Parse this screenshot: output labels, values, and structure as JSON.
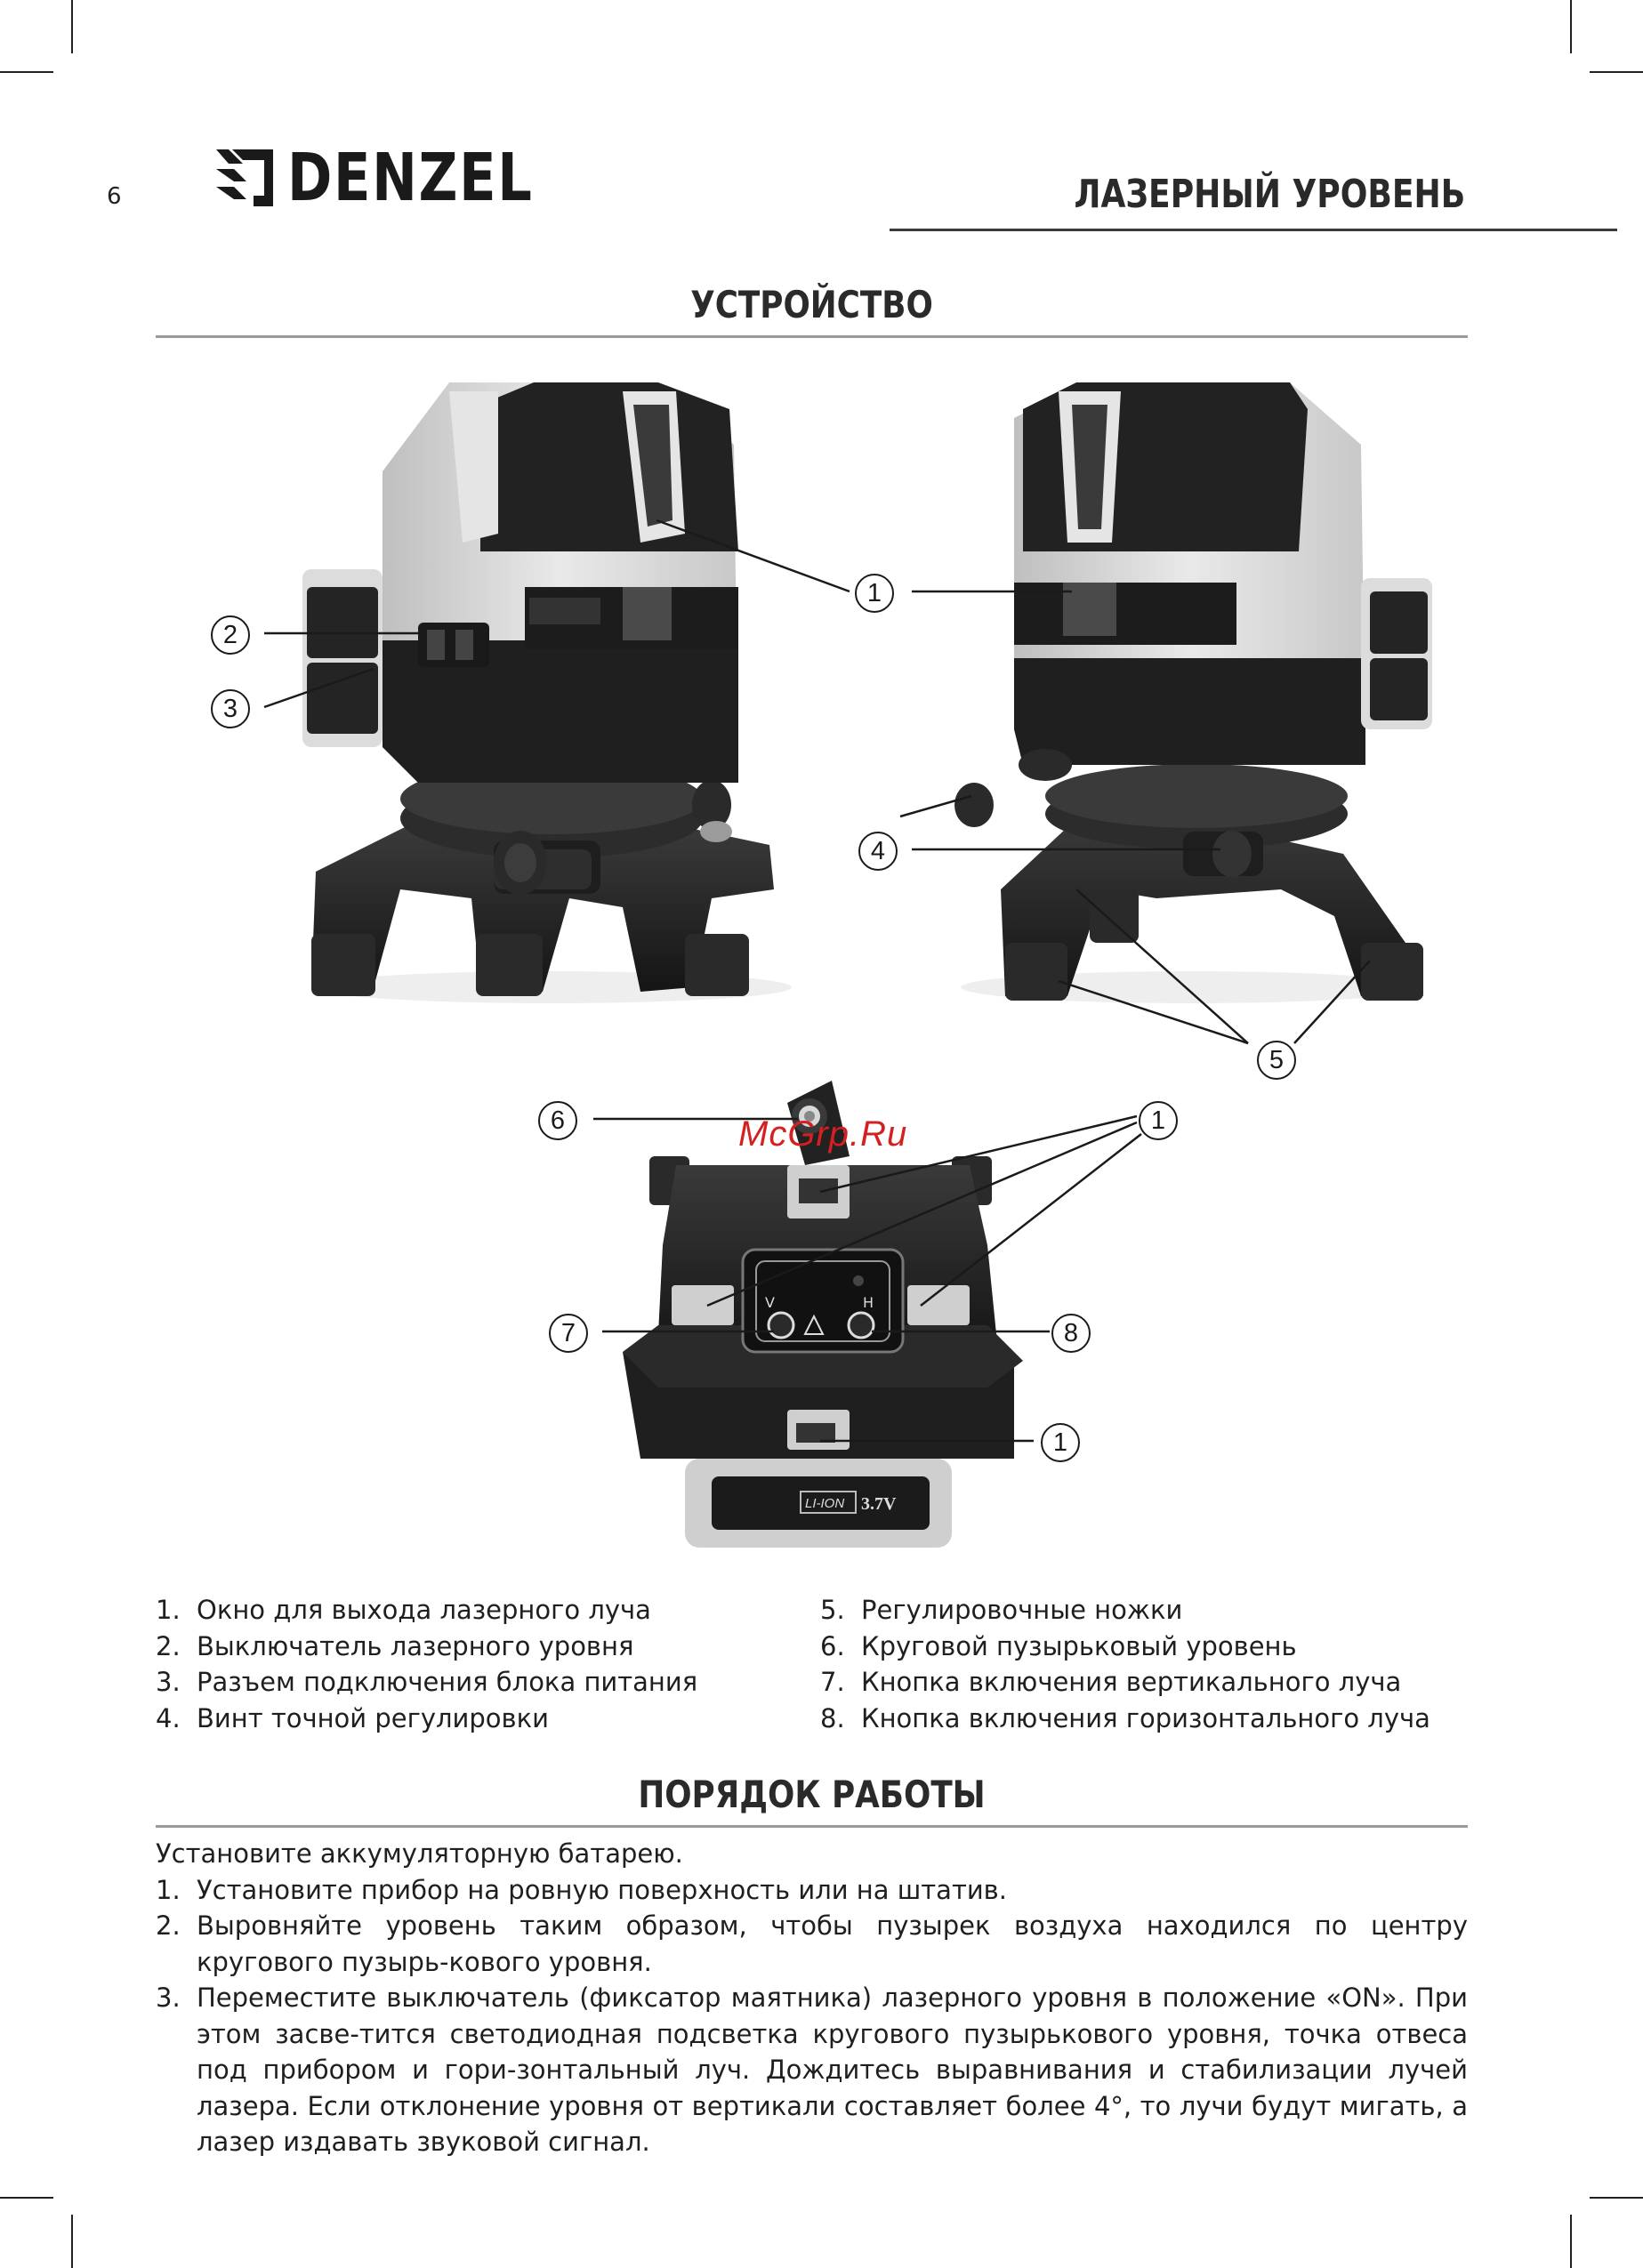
{
  "page": {
    "number": "6"
  },
  "header": {
    "brand": "DENZEL",
    "title": "ЛАЗЕРНЫЙ УРОВЕНЬ"
  },
  "device_section": {
    "title": "УСТРОЙСТВО"
  },
  "figures": {
    "callouts": {
      "c1a": "1",
      "c2": "2",
      "c3": "3",
      "c4": "4",
      "c5": "5",
      "c6": "6",
      "c1b": "1",
      "c7": "7",
      "c8": "8",
      "c1c": "1"
    },
    "watermark": "McGrp.Ru",
    "battery_label": "LI-ION",
    "battery_voltage": "3.7V",
    "panel_v": "V",
    "panel_h": "H"
  },
  "legend": {
    "left": [
      {
        "n": "1.",
        "text": "Окно для выхода лазерного луча"
      },
      {
        "n": "2.",
        "text": "Выключатель лазерного уровня"
      },
      {
        "n": "3.",
        "text": "Разъем подключения блока питания"
      },
      {
        "n": "4.",
        "text": "Винт точной регулировки"
      }
    ],
    "right": [
      {
        "n": "5.",
        "text": "Регулировочные ножки"
      },
      {
        "n": "6.",
        "text": "Круговой пузырьковый уровень"
      },
      {
        "n": "7.",
        "text": "Кнопка включения вертикального луча"
      },
      {
        "n": "8.",
        "text": "Кнопка включения горизонтального луча"
      }
    ]
  },
  "operation_section": {
    "title": "ПОРЯДОК РАБОТЫ",
    "intro": "Установите аккумуляторную батарею.",
    "steps": [
      {
        "n": "1.",
        "text": "Установите прибор на ровную поверхность или на штатив."
      },
      {
        "n": "2.",
        "text": "Выровняйте уровень таким образом, чтобы пузырек воздуха находился по центру кругового пузырь-кового уровня."
      },
      {
        "n": "3.",
        "text": "Переместите выключатель (фиксатор маятника) лазерного уровня в положение «ON». При этом засве-тится светодиодная подсветка кругового пузырькового уровня, точка отвеса под прибором и гори-зонтальный луч. Дождитесь выравнивания и стабилизации лучей лазера. Если отклонение уровня от вертикали составляет более 4°, то лучи будут мигать, а лазер издавать звуковой сигнал."
      }
    ]
  }
}
